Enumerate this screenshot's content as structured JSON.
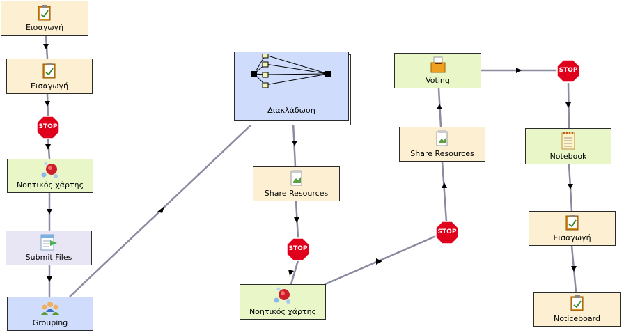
{
  "nodes": {
    "n1": {
      "label": "Εισαγωγή"
    },
    "n2": {
      "label": "Εισαγωγή"
    },
    "n3": {
      "label": "Νοητικός χάρτης"
    },
    "n4": {
      "label": "Submit Files"
    },
    "n5": {
      "label": "Grouping"
    },
    "n6": {
      "label": "Διακλάδωση"
    },
    "n7": {
      "label": "Share Resources"
    },
    "n8": {
      "label": "Νοητικός χάρτης"
    },
    "n9": {
      "label": "Share Resources"
    },
    "n10": {
      "label": "Voting"
    },
    "n11": {
      "label": "Notebook"
    },
    "n12": {
      "label": "Εισαγωγή"
    },
    "n13": {
      "label": "Noticeboard"
    }
  },
  "stop_label": "STOP",
  "colors": {
    "yellow": "#fdf0d2",
    "green": "#e8f6c8",
    "blue": "#cfdcfb",
    "lavender": "#e8e6f4",
    "connector": "#8a8aa0",
    "stop": "#e0001b"
  },
  "icons": {
    "n1": "notepad-icon",
    "n2": "notepad-icon",
    "n3": "mindmap-icon",
    "n4": "submit-files-icon",
    "n5": "grouping-icon",
    "n6": "branching-icon",
    "n7": "share-resources-icon",
    "n8": "mindmap-icon",
    "n9": "share-resources-icon",
    "n10": "voting-icon",
    "n11": "notebook-icon",
    "n12": "notepad-icon",
    "n13": "notepad-icon"
  }
}
